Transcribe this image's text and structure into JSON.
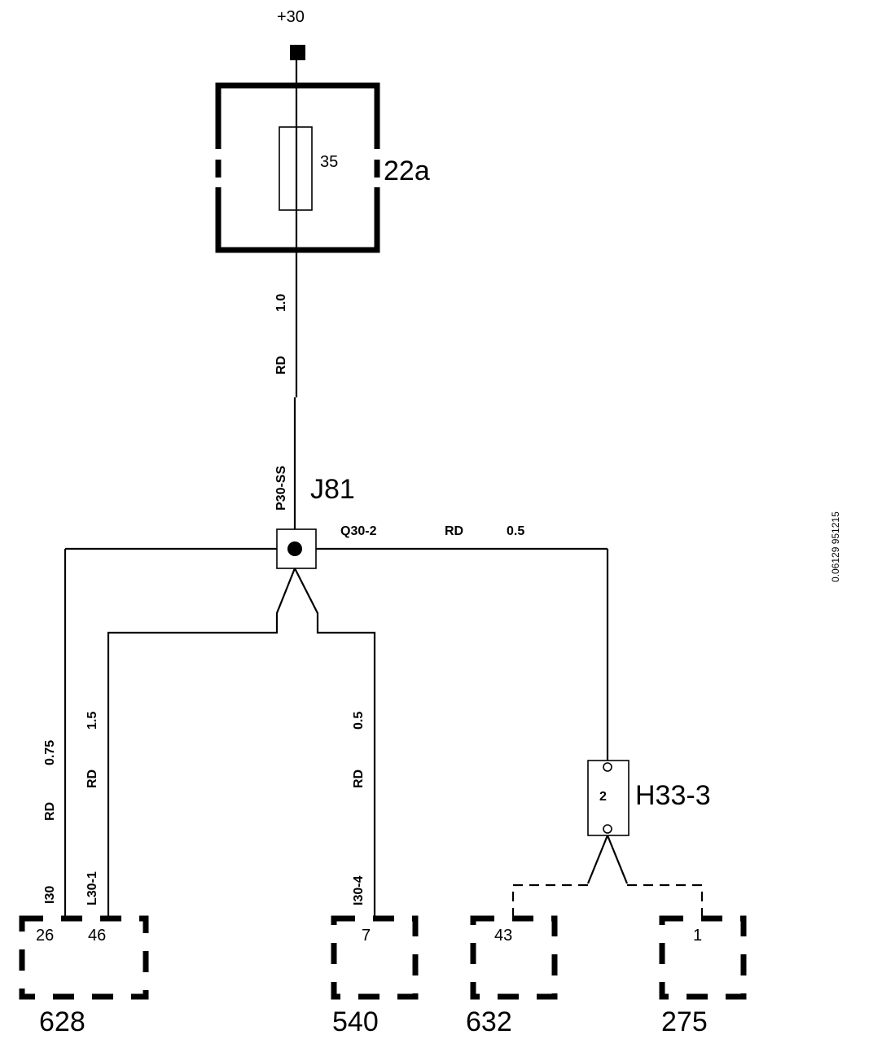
{
  "supply": {
    "label": "+30"
  },
  "fuse_box": {
    "id": "22a",
    "fuse_rating": "35"
  },
  "main_wire": {
    "color": "RD",
    "size": "1.0"
  },
  "junction": {
    "id": "J81",
    "pin_top": "P30-SS",
    "pin_right": "Q30-2"
  },
  "right_wire": {
    "color": "RD",
    "size": "0.5"
  },
  "left_wires": [
    {
      "color": "RD",
      "size": "0.75",
      "pin": "I30"
    },
    {
      "color": "RD",
      "size": "1.5",
      "pin": "L30-1"
    }
  ],
  "mid_wire": {
    "color": "RD",
    "size": "0.5",
    "pin": "I30-4"
  },
  "splice": {
    "id": "H33-3",
    "pin": "2"
  },
  "connectors": [
    {
      "id": "628",
      "pins": [
        "26",
        "46"
      ]
    },
    {
      "id": "540",
      "pins": [
        "7"
      ]
    },
    {
      "id": "632",
      "pins": [
        "43"
      ]
    },
    {
      "id": "275",
      "pins": [
        "1"
      ]
    }
  ],
  "doc_ref": "0.06129 951215"
}
